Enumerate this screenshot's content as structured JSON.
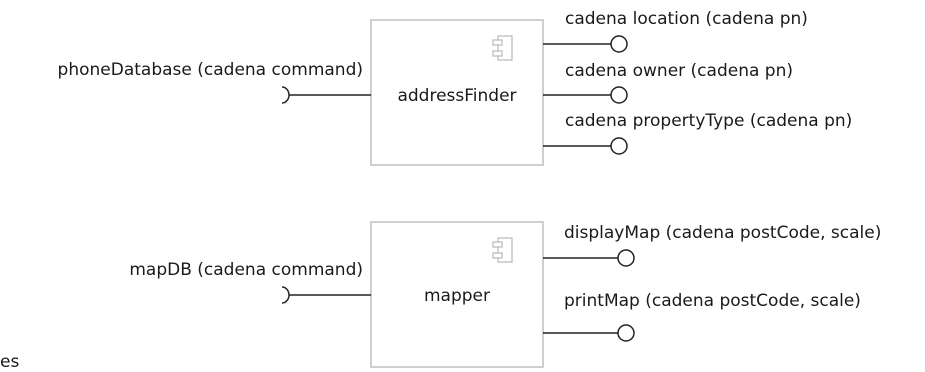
{
  "components": [
    {
      "name": "addressFinder",
      "required": [
        "phoneDatabase (cadena command)"
      ],
      "provided": [
        "cadena location (cadena pn)",
        "cadena owner (cadena pn)",
        "cadena propertyType (cadena pn)"
      ]
    },
    {
      "name": "mapper",
      "required": [
        "mapDB (cadena command)"
      ],
      "provided": [
        "displayMap (cadena postCode, scale)",
        "printMap (cadena postCode, scale)"
      ]
    }
  ],
  "partial_label": "es",
  "colors": {
    "box_border": "#cfcfcf",
    "line": "#222222",
    "icon": "#bdbdbd"
  }
}
